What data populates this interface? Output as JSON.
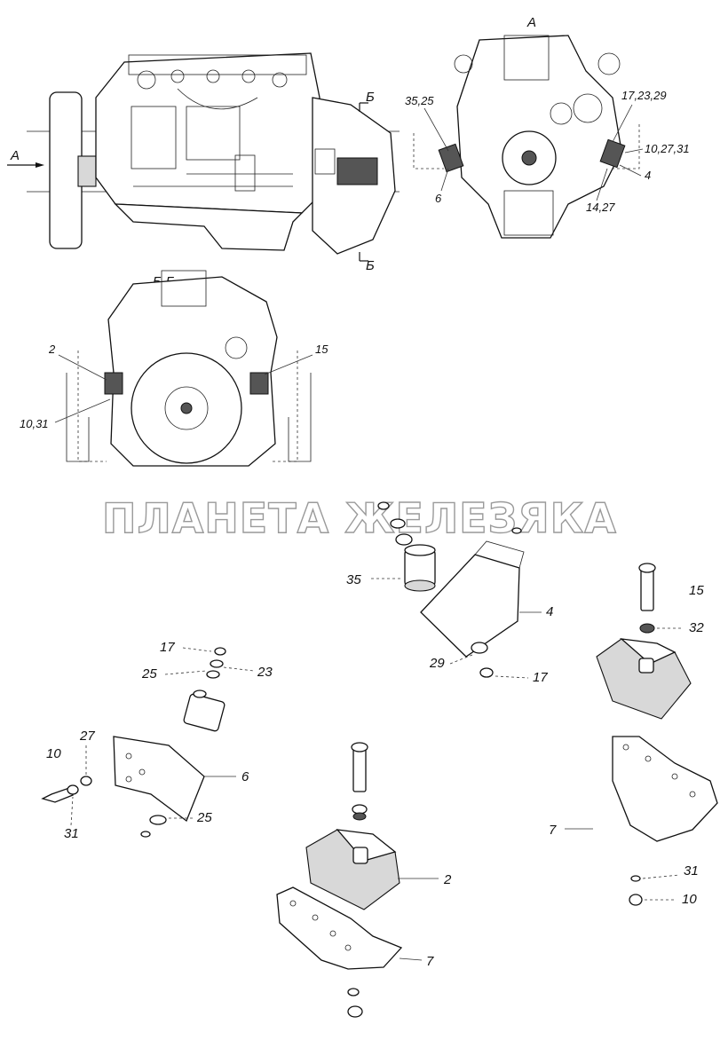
{
  "views": {
    "side_view": {
      "arrow_label": "А",
      "section_top": "Б",
      "section_bottom": "Б"
    },
    "front_view": {
      "title": "А",
      "labels": [
        "35,25",
        "6",
        "17,23,29",
        "10,27,31",
        "4",
        "14,27"
      ]
    },
    "rear_view": {
      "title": "Б-Б",
      "labels": [
        "2",
        "15",
        "10,31"
      ]
    }
  },
  "watermark": "ПЛАНЕТА ЖЕЛЕЗЯКА",
  "exploded": {
    "front_right_mount": [
      "35",
      "4",
      "29",
      "17"
    ],
    "front_left_mount": [
      "17",
      "25",
      "23",
      "6",
      "25",
      "27",
      "10",
      "31"
    ],
    "rear_center_mount": [
      "2",
      "7"
    ],
    "rear_right_mount": [
      "15",
      "32",
      "7",
      "31",
      "10"
    ]
  }
}
